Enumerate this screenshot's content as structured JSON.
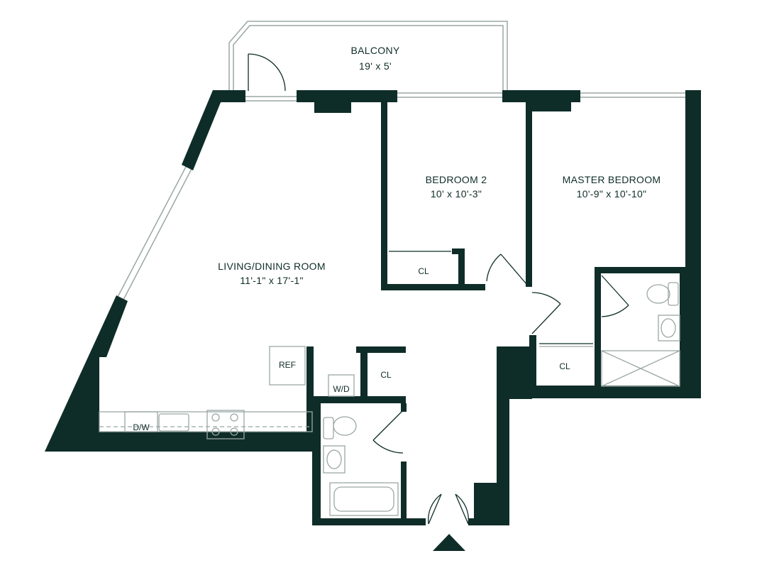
{
  "colors": {
    "wall": "#0f2d28",
    "fixture": "#9aa7a4",
    "background": "#ffffff"
  },
  "rooms": {
    "balcony": {
      "name": "BALCONY",
      "dims": "19' x 5'"
    },
    "bedroom2": {
      "name": "BEDROOM 2",
      "dims": "10' x 10'-3\""
    },
    "master": {
      "name": "MASTER BEDROOM",
      "dims": "10'-9\" x 10'-10\""
    },
    "living": {
      "name": "LIVING/DINING ROOM",
      "dims": "11'-1\" x 17'-1\""
    }
  },
  "fixtures": {
    "closet": "CL",
    "refrigerator": "REF",
    "washer_dryer": "W/D",
    "dishwasher": "D/W"
  },
  "entrance": {
    "icon": "entry-arrow-icon"
  }
}
